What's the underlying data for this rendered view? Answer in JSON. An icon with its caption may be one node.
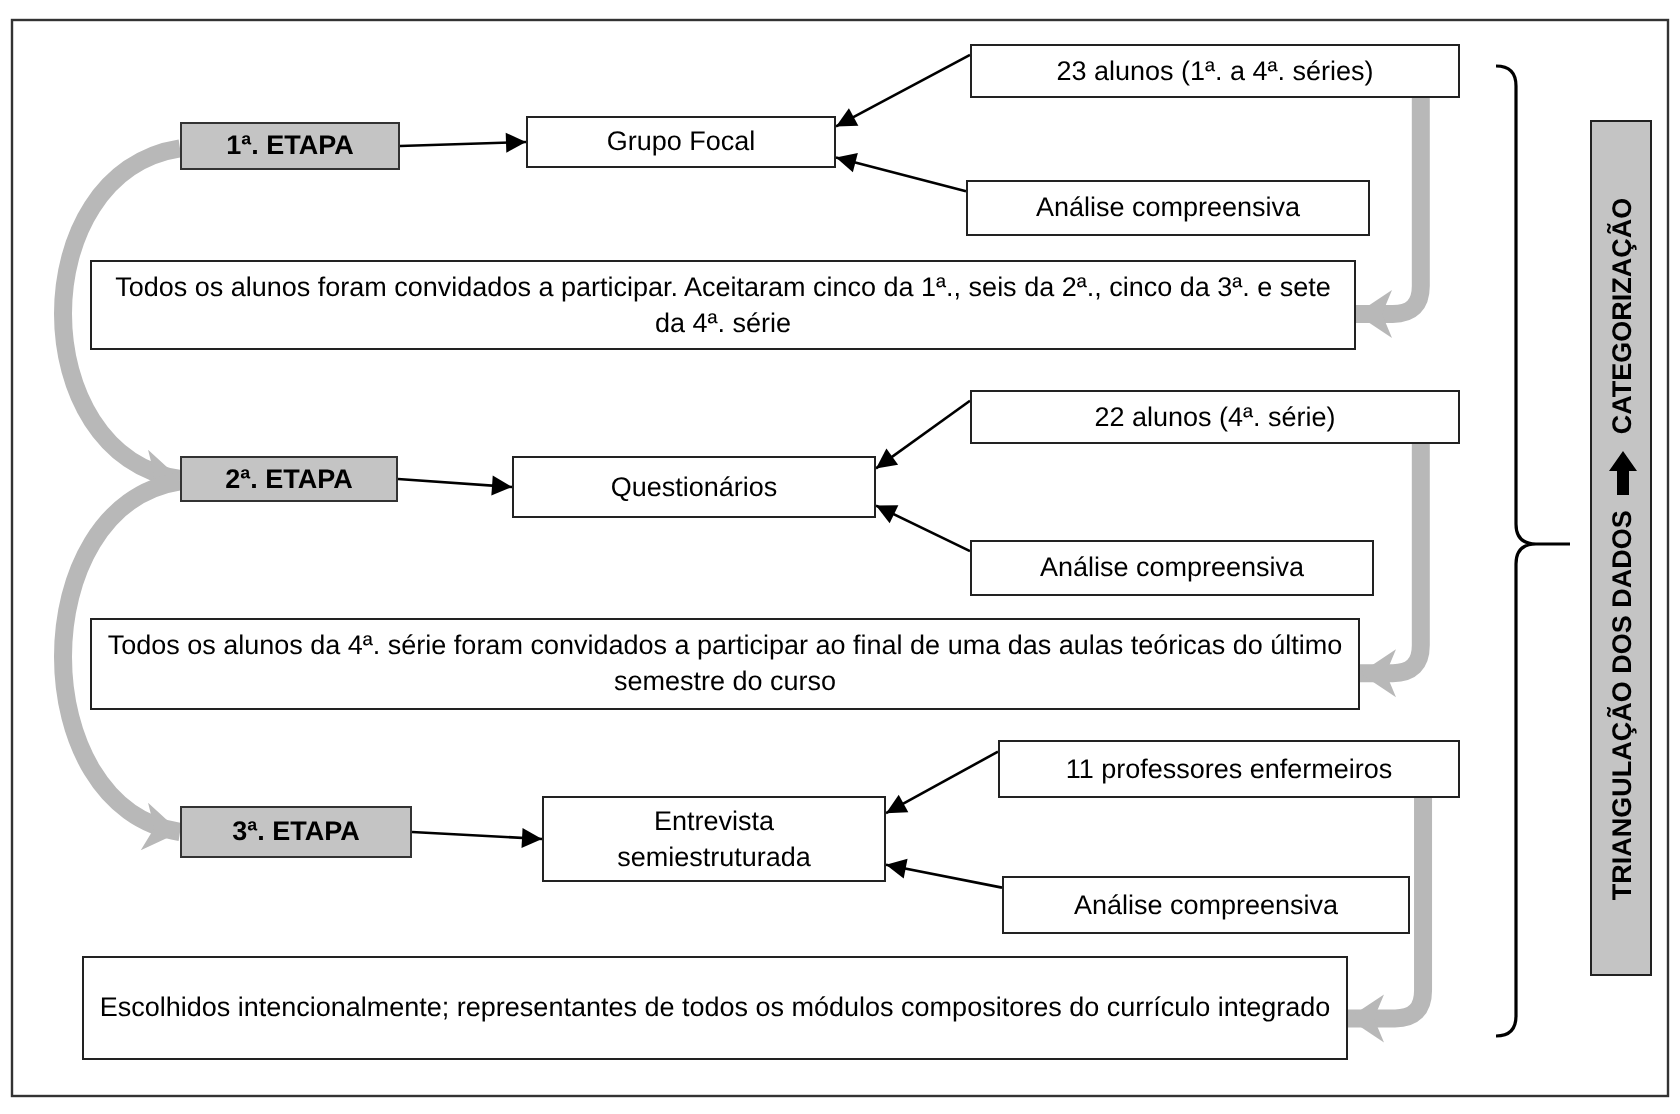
{
  "diagram": {
    "nodes": [
      {
        "text": [
          "1ª. ETAPA"
        ]
      },
      {
        "text": [
          "Grupo Focal"
        ]
      },
      {
        "text": [
          "23 alunos (1ª. a 4ª. séries)"
        ]
      },
      {
        "text": [
          "Análise compreensiva"
        ]
      },
      {
        "text": [
          "Todos os alunos foram convidados a participar. Aceitaram cinco da 1ª., seis da 2ª., cinco da 3ª. e sete da 4ª. série"
        ]
      },
      {
        "text": [
          "2ª. ETAPA"
        ]
      },
      {
        "text": [
          "Questionários"
        ]
      },
      {
        "text": [
          "22 alunos (4ª. série)"
        ]
      },
      {
        "text": [
          "Análise compreensiva"
        ]
      },
      {
        "text": [
          "Todos os alunos da 4ª. série foram convidados a participar ao final de uma das aulas teóricas do último semestre do curso"
        ]
      },
      {
        "text": [
          "3ª. ETAPA"
        ]
      },
      {
        "text": [
          "Entrevista semiestruturada"
        ]
      },
      {
        "text": [
          "11 professores enfermeiros"
        ]
      },
      {
        "text": [
          "Análise compreensiva"
        ]
      },
      {
        "text": [
          "Escolhidos intencionalmente; representantes de todos os módulos compositores do currículo integrado"
        ]
      },
      {
        "text": [
          "TRIANGULAÇÃO DOS DADOS",
          "CATEGORIZAÇÃO"
        ]
      }
    ],
    "edges": [
      {
        "from": 0,
        "to": 1,
        "arrow": "to"
      },
      {
        "from": 2,
        "to": 1,
        "arrow": "to"
      },
      {
        "from": 3,
        "to": 1,
        "arrow": "to"
      },
      {
        "from": 0,
        "to": 5,
        "arrow": "to",
        "style": "thick",
        "color": "#b8b8b8"
      },
      {
        "from": 2,
        "to": 4,
        "arrow": "to",
        "style": "thick",
        "color": "#b8b8b8"
      },
      {
        "from": 5,
        "to": 6,
        "arrow": "to"
      },
      {
        "from": 7,
        "to": 6,
        "arrow": "to"
      },
      {
        "from": 8,
        "to": 6,
        "arrow": "to"
      },
      {
        "from": 5,
        "to": 10,
        "arrow": "to",
        "style": "thick",
        "color": "#b8b8b8"
      },
      {
        "from": 7,
        "to": 9,
        "arrow": "to",
        "style": "thick",
        "color": "#b8b8b8"
      },
      {
        "from": 10,
        "to": 11,
        "arrow": "to"
      },
      {
        "from": 12,
        "to": 11,
        "arrow": "to"
      },
      {
        "from": 13,
        "to": 11,
        "arrow": "to"
      },
      {
        "from": 12,
        "to": 14,
        "arrow": "to",
        "style": "thick",
        "color": "#b8b8b8"
      }
    ]
  }
}
